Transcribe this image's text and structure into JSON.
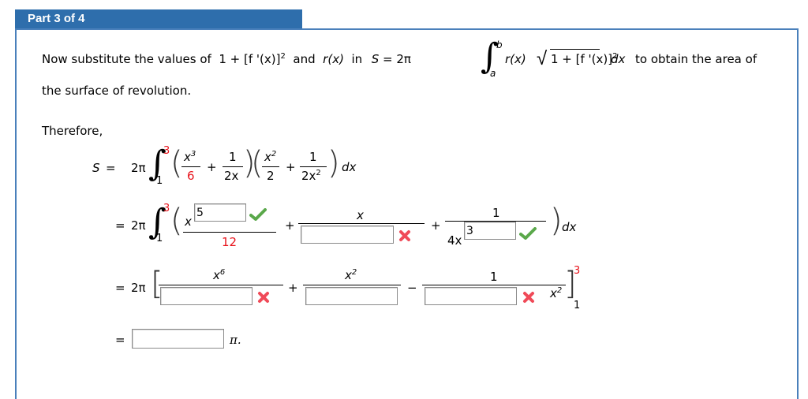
{
  "header": {
    "title": "Part 3 of 4"
  },
  "instructions": {
    "line1_prefix": "Now substitute the values of",
    "expr1": "1 + [f '(x)]",
    "expr1_exp": "2",
    "and": "and",
    "rx": "r(x)",
    "in": "in",
    "formula_lhs": "S = 2π",
    "integral_upper": "b",
    "integral_lower": "a",
    "formula_rx": "r(x)",
    "formula_radicand": "1 + [f '(x)]",
    "formula_radicand_exp": "2",
    "formula_dx": "dx",
    "line1_suffix": "to obtain the area of",
    "line2": "the surface of revolution."
  },
  "therefore": "Therefore,",
  "step1": {
    "lhs": "S",
    "eq": "=",
    "coef": "2π",
    "upper": "3",
    "lower": "1",
    "f1_num": "x",
    "f1_num_exp": "3",
    "f1_den": "6",
    "plus1": "+",
    "f2_num": "1",
    "f2_den": "2x",
    "f3_num": "x",
    "f3_num_exp": "2",
    "f3_den": "2",
    "plus2": "+",
    "f4_num": "1",
    "f4_den": "2x",
    "f4_den_exp": "2",
    "dx": "dx"
  },
  "step2": {
    "eq": "=",
    "coef": "2π",
    "upper": "3",
    "lower": "1",
    "t1_base": "x",
    "t1_exp_input": "5",
    "t1_exp_status": "correct",
    "t1_den": "12",
    "plus1": "+",
    "t2_num": "x",
    "t2_den_input": "",
    "t2_den_status": "incorrect",
    "plus2": "+",
    "t3_num": "1",
    "t3_den_base": "4x",
    "t3_exp_input": "3",
    "t3_exp_status": "correct",
    "dx": "dx"
  },
  "step3": {
    "eq": "=",
    "coef": "2π",
    "t1_num": "x",
    "t1_num_exp": "6",
    "t1_den_input": "",
    "t1_status": "incorrect",
    "plus": "+",
    "t2_num": "x",
    "t2_num_exp": "2",
    "t2_den_input": "",
    "minus": "−",
    "t3_num": "1",
    "t3_den_input": "",
    "t3_status": "incorrect",
    "t3_den_suffix": "x",
    "t3_den_suffix_exp": "2",
    "upper": "3",
    "lower": "1"
  },
  "final": {
    "eq": "=",
    "answer_input": "",
    "suffix": "π."
  },
  "colors": {
    "header_bg": "#2e6eac",
    "frame_border": "#4a80bb",
    "highlight_red": "#e8141c",
    "check_green": "#5aa84a",
    "cross_red": "#f04a58"
  }
}
